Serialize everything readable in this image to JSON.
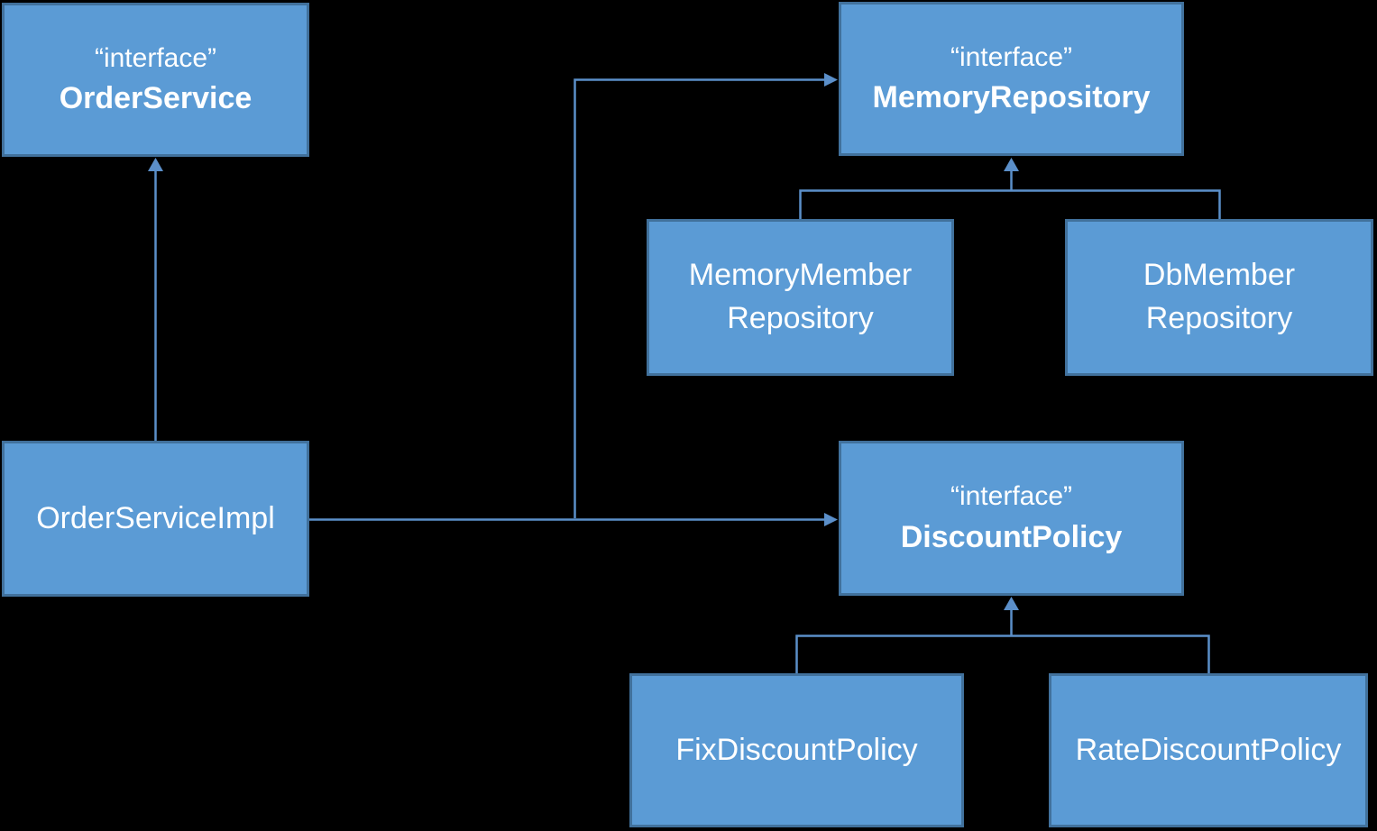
{
  "diagram": {
    "background_color": "#000000",
    "node_fill_color": "#5B9BD5",
    "node_border_color": "#41719C",
    "connector_color": "#5B8FC9",
    "text_color": "#FFFFFF"
  },
  "nodes": {
    "order_service": {
      "stereotype": "“interface”",
      "name": "OrderService"
    },
    "memory_repository": {
      "stereotype": "“interface”",
      "name": "MemoryRepository"
    },
    "memory_member_repository": {
      "name": "MemoryMember\nRepository"
    },
    "db_member_repository": {
      "name": "DbMember\nRepository"
    },
    "order_service_impl": {
      "name": "OrderServiceImpl"
    },
    "discount_policy": {
      "stereotype": "“interface”",
      "name": "DiscountPolicy"
    },
    "fix_discount_policy": {
      "name": "FixDiscountPolicy"
    },
    "rate_discount_policy": {
      "name": "RateDiscountPolicy"
    }
  },
  "connections": [
    {
      "from": "OrderServiceImpl",
      "to": "OrderService",
      "type": "solid-arrow-up"
    },
    {
      "from": "OrderServiceImpl",
      "to": "DiscountPolicy",
      "type": "solid-arrow-right"
    },
    {
      "from": "OrderServiceImpl",
      "to": "MemoryRepository",
      "type": "solid-arrow-right"
    },
    {
      "from": "MemoryMemberRepository",
      "to": "MemoryRepository",
      "type": "solid-arrow-up"
    },
    {
      "from": "DbMemberRepository",
      "to": "MemoryRepository",
      "type": "solid-arrow-up"
    },
    {
      "from": "FixDiscountPolicy",
      "to": "DiscountPolicy",
      "type": "solid-arrow-up"
    },
    {
      "from": "RateDiscountPolicy",
      "to": "DiscountPolicy",
      "type": "solid-arrow-up"
    }
  ]
}
